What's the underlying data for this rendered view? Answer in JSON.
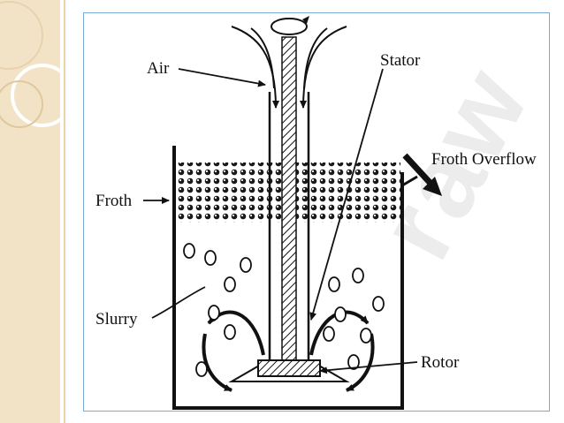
{
  "labels": {
    "air": "Air",
    "stator": "Stator",
    "froth_overflow": "Froth Overflow",
    "froth": "Froth",
    "slurry": "Slurry",
    "rotor": "Rotor"
  },
  "colors": {
    "band": "#f3e3c6",
    "frame_border": "#7aaad6",
    "ink": "#111111"
  }
}
